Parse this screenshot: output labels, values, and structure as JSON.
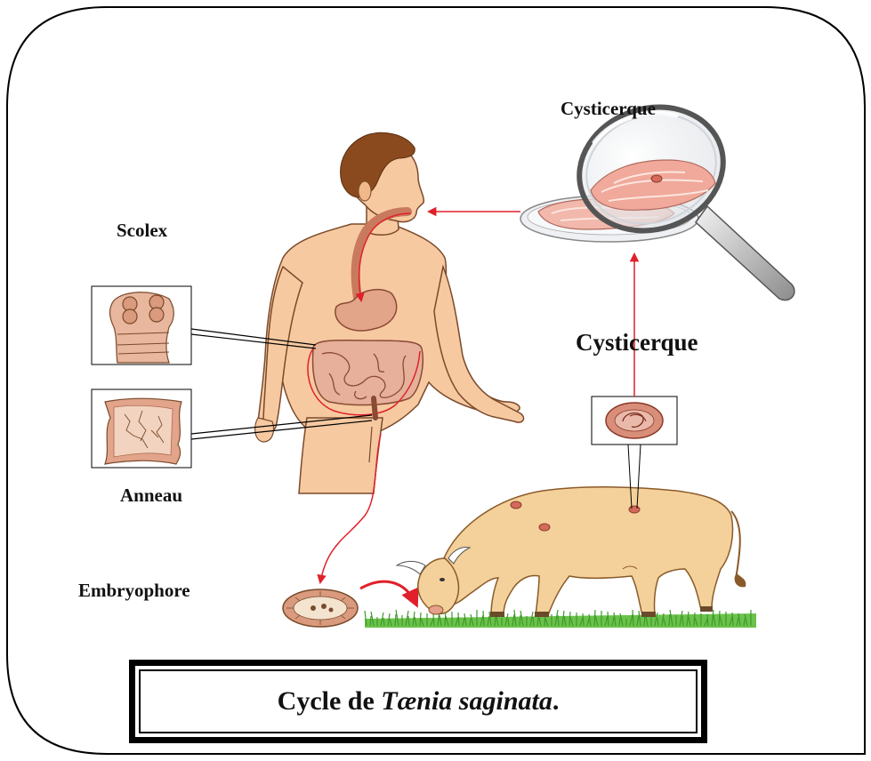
{
  "labels": {
    "cysticerque_top": "Cysticerque",
    "scolex": "Scolex",
    "cysticerque_mid": "Cysticerque",
    "anneau": "Anneau",
    "embryophore": "Embryophore"
  },
  "title": {
    "prefix": "Cycle de ",
    "species": "Tænia saginata",
    "suffix": "."
  },
  "colors": {
    "arrow": "#e0202a",
    "skin": "#f6c9a1",
    "skin_outline": "#7a4a2a",
    "hair": "#8a4a1e",
    "cow": "#f4d19a",
    "grass": "#4caf3a",
    "organ": "#c97a5e",
    "meat": "#f2b8ab",
    "border": "#000000"
  }
}
